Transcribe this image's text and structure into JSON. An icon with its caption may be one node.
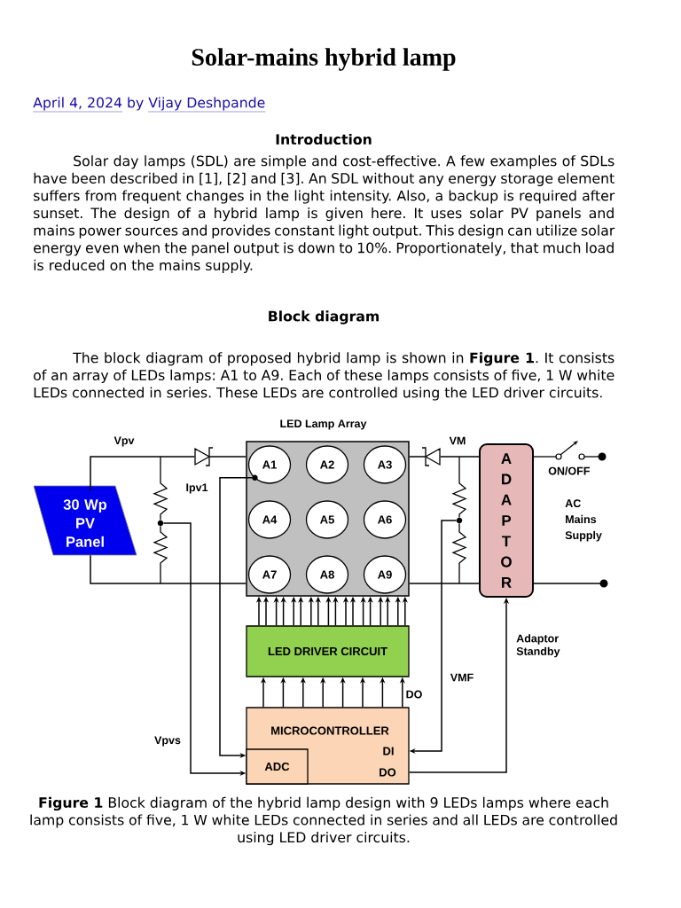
{
  "diagram": {
    "title": "Solar-mains hybrid lamp",
    "caption": "**Figure 1** Block diagram of the hybrid lamp design with 9 LEDs lamps where each lamp consists of five, 1 W white LEDs connected in series and all LEDs are controlled using LED driver circuits.",
    "nodes": [
      {
        "text": [
          "LED Lamp Array"
        ]
      },
      {
        "text": [
          "A1"
        ],
        "in": 0
      },
      {
        "text": [
          "A2"
        ],
        "in": 0
      },
      {
        "text": [
          "A3"
        ],
        "in": 0
      },
      {
        "text": [
          "A4"
        ],
        "in": 0
      },
      {
        "text": [
          "A5"
        ],
        "in": 0
      },
      {
        "text": [
          "A6"
        ],
        "in": 0
      },
      {
        "text": [
          "A7"
        ],
        "in": 0
      },
      {
        "text": [
          "A8"
        ],
        "in": 0
      },
      {
        "text": [
          "A9"
        ],
        "in": 0
      },
      {
        "text": [
          "30 Wp PV Panel"
        ]
      },
      {
        "text": [
          "LED DRIVER CIRCUIT"
        ]
      },
      {
        "text": [
          "MICROCONTROLLER",
          "DI",
          "DO"
        ]
      },
      {
        "text": [
          "ADC"
        ],
        "in": 12
      },
      {
        "text": [
          "A D A P T O R"
        ]
      },
      {
        "text": [],
        "shape": "diode"
      },
      {
        "text": [],
        "shape": "diode"
      },
      {
        "text": [],
        "shape": "circle",
        "in": 1
      },
      {
        "text": [],
        "shape": "circle"
      },
      {
        "text": [],
        "shape": "circle"
      }
    ],
    "edges": [
      {
        "from": 10,
        "to": 15,
        "arrow": "none",
        "label": "Vpv"
      },
      {
        "from": 15,
        "to": 0,
        "arrow": "none"
      },
      {
        "from": 10,
        "to": 0,
        "arrow": "none"
      },
      {
        "from": 14,
        "to": 16,
        "arrow": "none",
        "label": "VM"
      },
      {
        "from": 16,
        "to": 0,
        "arrow": "none"
      },
      {
        "from": 14,
        "to": 0,
        "arrow": "none"
      },
      {
        "from": 11,
        "to": 0,
        "arrow": "to"
      },
      {
        "from": 11,
        "to": 0,
        "arrow": "to"
      },
      {
        "from": 11,
        "to": 0,
        "arrow": "to"
      },
      {
        "from": 11,
        "to": 0,
        "arrow": "to"
      },
      {
        "from": 11,
        "to": 0,
        "arrow": "to"
      },
      {
        "from": 11,
        "to": 0,
        "arrow": "to"
      },
      {
        "from": 11,
        "to": 0,
        "arrow": "to"
      },
      {
        "from": 11,
        "to": 0,
        "arrow": "to"
      },
      {
        "from": 11,
        "to": 0,
        "arrow": "to"
      },
      {
        "from": 11,
        "to": 0,
        "arrow": "to"
      },
      {
        "from": 11,
        "to": 0,
        "arrow": "to"
      },
      {
        "from": 11,
        "to": 0,
        "arrow": "to"
      },
      {
        "from": 11,
        "to": 0,
        "arrow": "to"
      },
      {
        "from": 11,
        "to": 0,
        "arrow": "to"
      },
      {
        "from": 11,
        "to": 0,
        "arrow": "to"
      },
      {
        "from": 11,
        "to": 0,
        "arrow": "to"
      },
      {
        "from": 11,
        "to": 0,
        "arrow": "to"
      },
      {
        "from": 11,
        "to": 0,
        "arrow": "to"
      },
      {
        "from": 12,
        "to": 11,
        "arrow": "to"
      },
      {
        "from": 12,
        "to": 11,
        "arrow": "to"
      },
      {
        "from": 12,
        "to": 11,
        "arrow": "to"
      },
      {
        "from": 12,
        "to": 11,
        "arrow": "to"
      },
      {
        "from": 12,
        "to": 11,
        "arrow": "to"
      },
      {
        "from": 12,
        "to": 11,
        "arrow": "to"
      },
      {
        "from": 12,
        "to": 11,
        "arrow": "to"
      },
      {
        "from": 12,
        "to": 11,
        "arrow": "to",
        "label": "DO"
      },
      {
        "from": 17,
        "to": 13,
        "arrow": "to",
        "label": "Ipv1"
      },
      {
        "from": 18,
        "to": 13,
        "arrow": "to",
        "label": "Vpvs"
      },
      {
        "from": 19,
        "to": 12,
        "arrow": "to",
        "label": "VMF"
      },
      {
        "from": 12,
        "to": 14,
        "arrow": "to",
        "label": "Adaptor Standby"
      },
      {
        "from": null,
        "to": 18,
        "arrow": "none"
      },
      {
        "from": 18,
        "to": null,
        "arrow": "none"
      },
      {
        "from": null,
        "to": 19,
        "arrow": "none"
      },
      {
        "from": 19,
        "to": null,
        "arrow": "none"
      }
    ],
    "labels": [
      "April 4, 2024",
      "by",
      "Vijay Deshpande",
      "Introduction",
      "Solar day lamps (SDL) are simple and cost-effective. A few examples of SDLs have been described in [1], [2] and [3]. An SDL without any energy storage element suffers from frequent changes in the light intensity. Also, a backup is required after sunset. The design of a hybrid lamp is given here. It uses solar PV panels and mains power sources and provides constant light output. This design can utilize solar energy even when the panel output is down to 10%. Proportionately, that much load is reduced on the mains supply.",
      "Block diagram",
      "The block diagram of proposed hybrid lamp is shown in **Figure 1**. It consists of an array of LEDs lamps: A1 to A9. Each of these lamps consists of five, 1 W white LEDs connected in series. These LEDs are controlled using the LED driver circuits.",
      "ON/OFF",
      "AC Mains Supply"
    ]
  }
}
